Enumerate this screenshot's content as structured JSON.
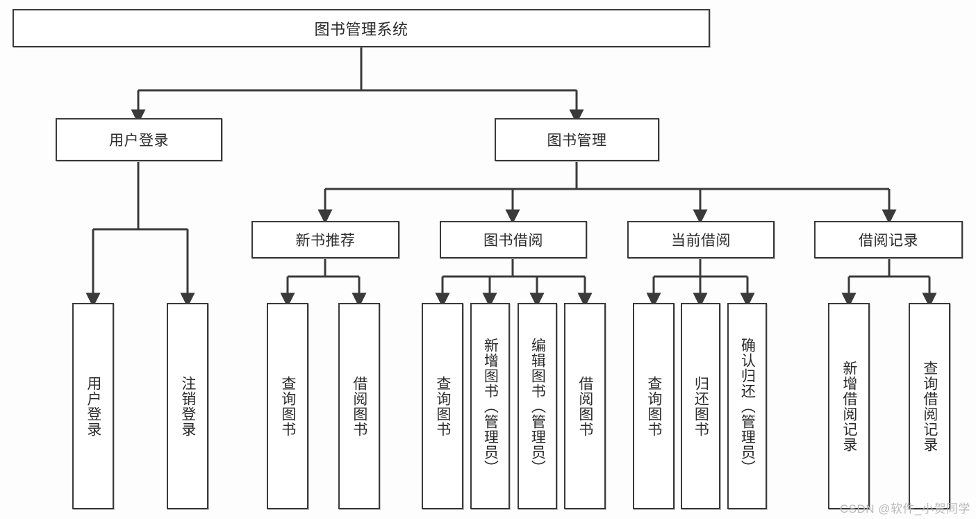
{
  "diagram": {
    "title": "图书管理系统",
    "type": "tree",
    "root": {
      "label": "图书管理系统"
    },
    "level2": [
      {
        "label": "用户登录"
      },
      {
        "label": "图书管理"
      }
    ],
    "level3": [
      {
        "label": "新书推荐"
      },
      {
        "label": "图书借阅"
      },
      {
        "label": "当前借阅"
      },
      {
        "label": "借阅记录"
      }
    ],
    "leaves": {
      "user_login": [
        {
          "label": "用户登录"
        },
        {
          "label": "注销登录"
        }
      ],
      "new_book": [
        {
          "label": "查询图书"
        },
        {
          "label": "借阅图书"
        }
      ],
      "book_borrow": [
        {
          "label": "查询图书"
        },
        {
          "label": "新增图书（管理员）"
        },
        {
          "label": "编辑图书（管理员）"
        },
        {
          "label": "借阅图书"
        }
      ],
      "current_borrow": [
        {
          "label": "查询图书"
        },
        {
          "label": "归还图书"
        },
        {
          "label": "确认归还（管理员）"
        }
      ],
      "borrow_record": [
        {
          "label": "新增借阅记录"
        },
        {
          "label": "查询借阅记录"
        }
      ]
    }
  },
  "watermark": {
    "text": "CSDN @软件_小贺同学"
  },
  "colors": {
    "line": "#3a3a3a",
    "box_border": "#3a3a3a",
    "box_fill": "#ffffff",
    "text": "#2b2b2b",
    "background": "#fdfdfd",
    "watermark": "#b9b9b9"
  }
}
